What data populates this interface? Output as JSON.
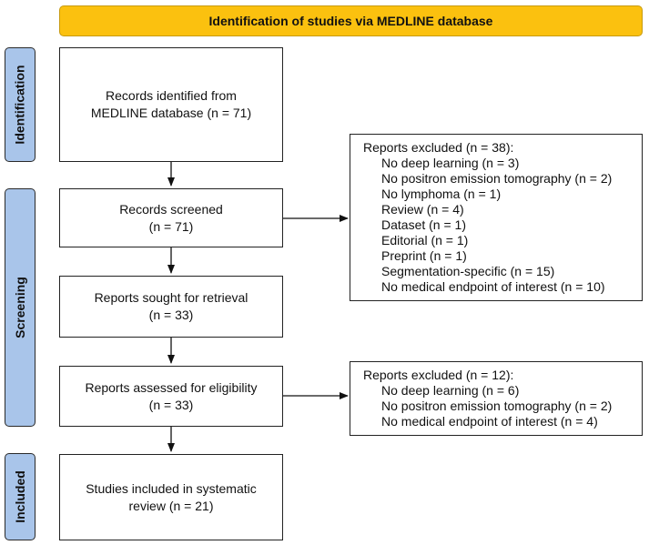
{
  "banner": {
    "title": "Identification of studies via MEDLINE database"
  },
  "phases": {
    "identification": "Identification",
    "screening": "Screening",
    "included": "Included"
  },
  "boxes": {
    "identified": {
      "line1": "Records identified from",
      "line2": "MEDLINE database (n = 71)"
    },
    "screened": {
      "line1": "Records screened",
      "line2": "(n = 71)"
    },
    "sought": {
      "line1": "Reports sought for retrieval",
      "line2": "(n = 33)"
    },
    "assessed": {
      "line1": "Reports assessed for eligibility",
      "line2": "(n = 33)"
    },
    "included": {
      "line1": "Studies included in systematic",
      "line2": "review (n = 21)"
    }
  },
  "excluded_screening": {
    "title": "Reports excluded (n = 38):",
    "items": [
      "No deep learning (n = 3)",
      "No positron emission tomography (n = 2)",
      "No lymphoma (n = 1)",
      "Review (n = 4)",
      "Dataset (n = 1)",
      "Editorial (n = 1)",
      "Preprint (n = 1)",
      "Segmentation-specific (n = 15)",
      "No medical endpoint of interest (n = 10)"
    ]
  },
  "excluded_eligibility": {
    "title": "Reports excluded (n = 12):",
    "items": [
      "No deep learning (n = 6)",
      "No positron emission tomography (n = 2)",
      "No medical endpoint of interest (n = 4)"
    ]
  }
}
